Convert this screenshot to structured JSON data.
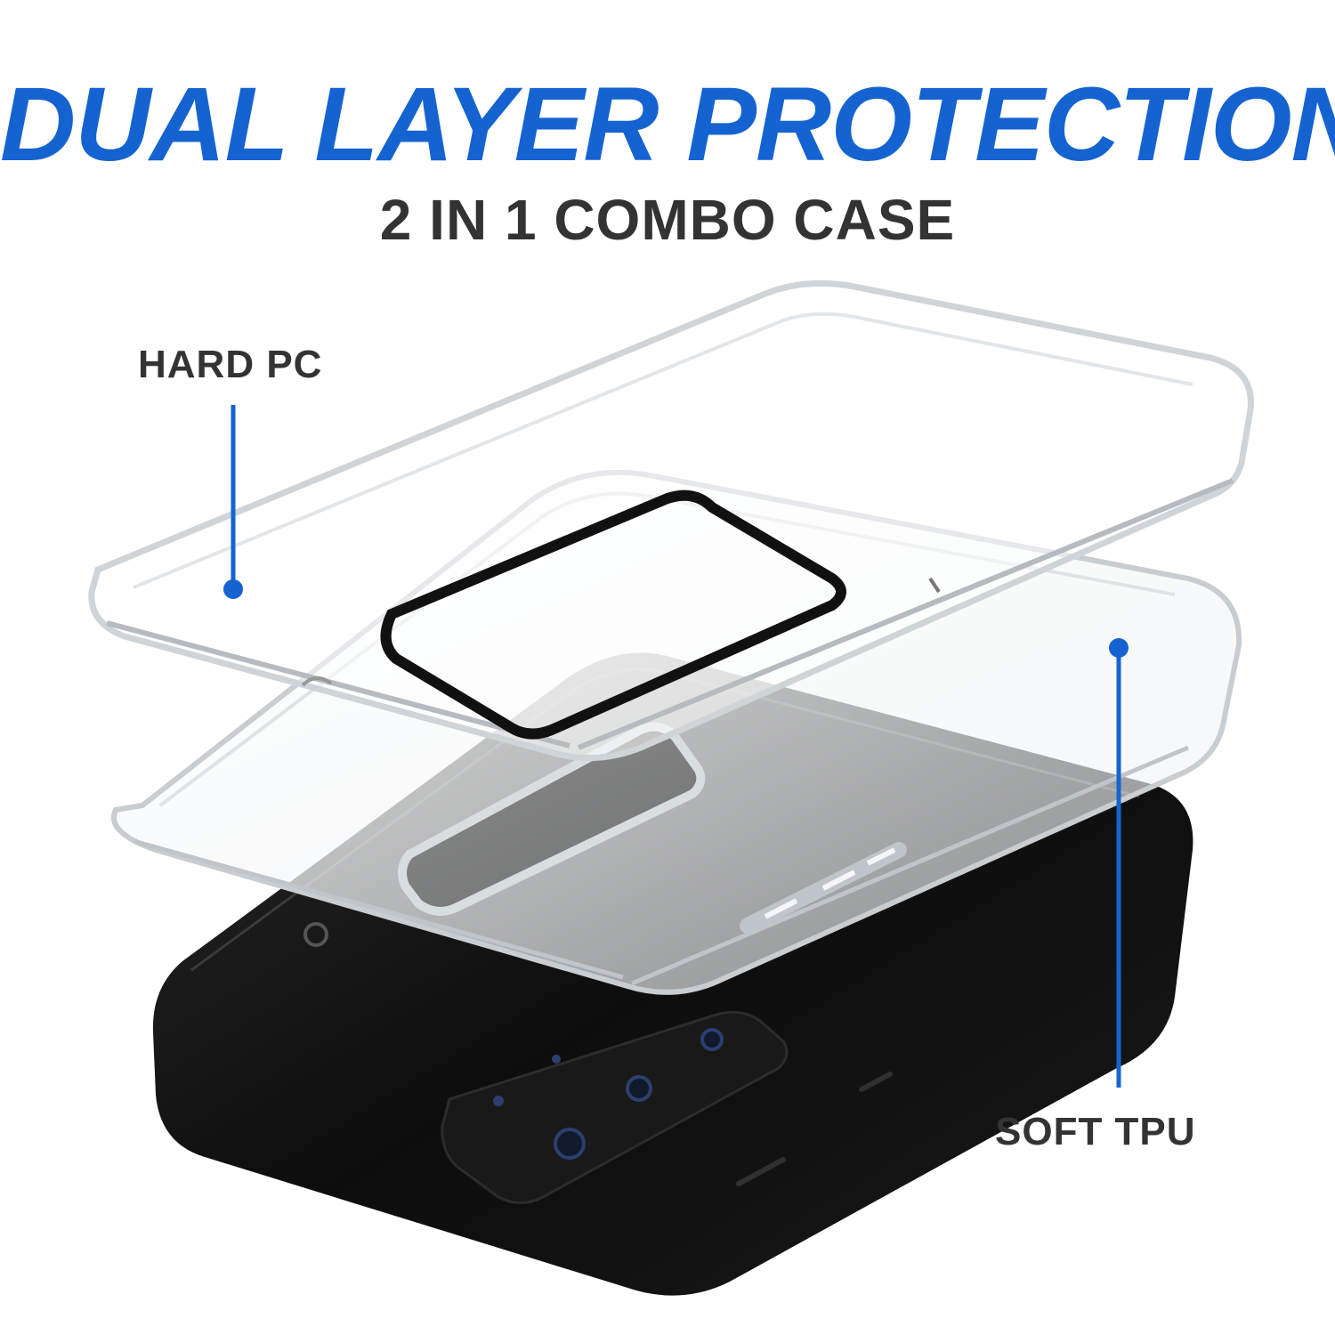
{
  "headline": "DUAL LAYER PROTECTION",
  "subheadline": "2 IN 1 COMBO CASE",
  "callouts": {
    "hard": "HARD PC",
    "soft": "SOFT TPU"
  },
  "colors": {
    "accent_blue": "#1563d0",
    "text_dark": "#333333",
    "phone_black": "#0e0e0e",
    "case_edge": "#cfd4d8"
  },
  "images": {
    "product": "exploded view of clear two-layer phone case over black smartphone"
  }
}
